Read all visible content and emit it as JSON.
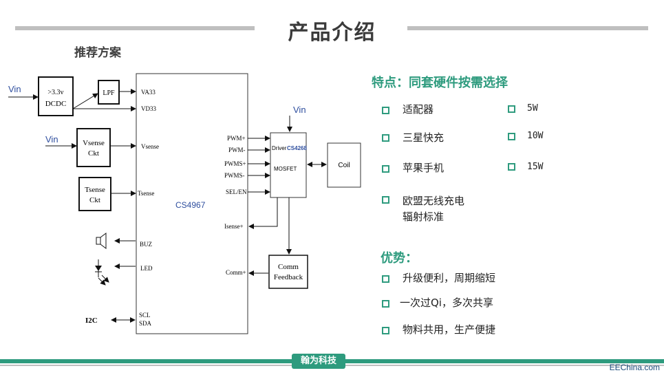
{
  "page": {
    "title": "产品介绍",
    "subtitle": "推荐方案"
  },
  "diagram": {
    "vin_labels": [
      "Vin",
      "Vin",
      "Vin"
    ],
    "dcdc": [
      ">3.3v",
      "DCDC"
    ],
    "lpf": "LPF",
    "vsense": [
      "Vsense",
      "Ckt"
    ],
    "tsense": [
      "Tsense",
      "Ckt"
    ],
    "chip": "CS4967",
    "pins_left": [
      "VA33",
      "VD33",
      "Vsense",
      "Tsense",
      "BUZ",
      "LED",
      "SCL",
      "SDA"
    ],
    "pins_right": [
      "PWM+",
      "PWM-",
      "PWMS+",
      "PWMS-",
      "SEL/EN",
      "Isense+",
      "Comm+"
    ],
    "driver": "Driver",
    "driver_chip": "CS4268",
    "mosfet": "MOSFET",
    "coil": "Coil",
    "comm_feedback": [
      "Comm",
      "Feedback"
    ],
    "i2c": "I2C"
  },
  "features": {
    "title": "特点：同套硬件按需选择",
    "items": [
      "适配器",
      "三星快充",
      "苹果手机",
      "欧盟无线充电",
      "辐射标准"
    ],
    "power": [
      "5W",
      "10W",
      "15W"
    ]
  },
  "advantages": {
    "title": "优势：",
    "items": [
      "升级便利，周期缩短",
      "一次过Qi，多次共享",
      "物料共用，生产便捷"
    ]
  },
  "footer": {
    "logo": "翰为科技",
    "watermark": "EEChina.com"
  },
  "colors": {
    "accent": "#2e9b7e",
    "chip_label": "#2e4e9e"
  }
}
